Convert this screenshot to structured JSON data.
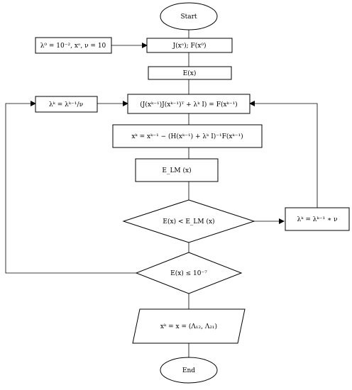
{
  "nodes": {
    "start": "Start",
    "init_params": "λ⁰ = 10⁻², xᵒ, ν = 10",
    "jacobian": "J(xᵒ); F(x⁰)",
    "error": "E(x)",
    "lambda_divide": "λᵏ = λᵏ⁻¹/ν",
    "normal_eq": "(J(xᵏ⁻¹)J(xᵏ⁻¹)ᵀ + λᵏ I) = F(xᵏ⁻¹)",
    "update": "xᵏ = xᵏ⁻¹ − (H(xᵏ⁻¹) + λᵏ I)⁻¹F(xᵏ⁻¹)",
    "error_lm": "E_LM (x)",
    "decision_compare": "E(x) < E_LM (x)",
    "lambda_multiply": "λᵏ = λᵏ⁻¹ ∗ ν",
    "decision_tolerance": "E(x) ≤ 10⁻⁷",
    "result": "xᵏ = x = (Λ₁₂, Λ₂₁)",
    "end": "End"
  }
}
